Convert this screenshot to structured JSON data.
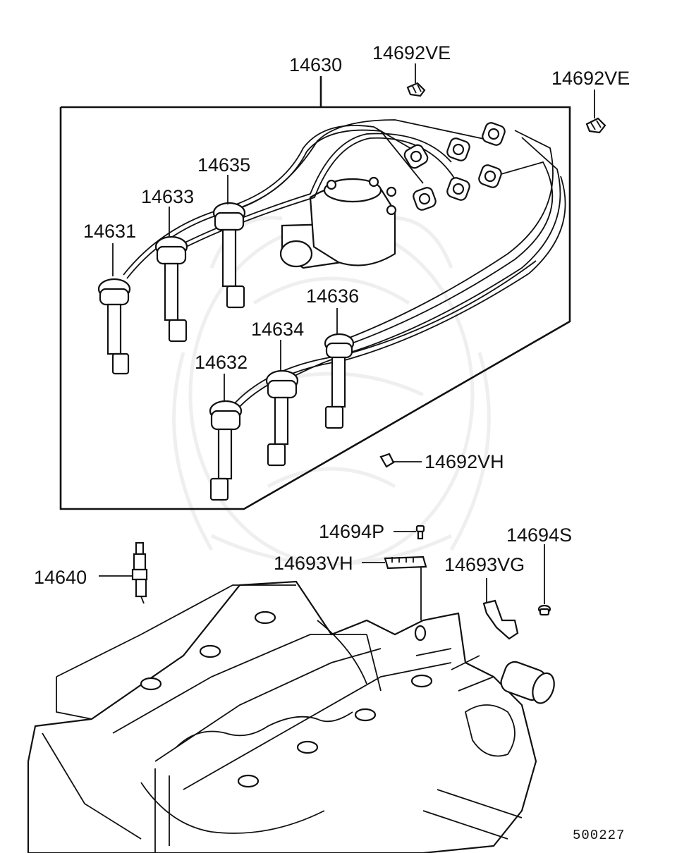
{
  "labels": {
    "set": "14630",
    "wire_1": "14631",
    "wire_2": "14632",
    "wire_3": "14633",
    "wire_4": "14634",
    "wire_5": "14635",
    "wire_6": "14636",
    "clamp_ve_top": "14692VE",
    "clamp_ve_right": "14692VE",
    "clamp_vh": "14692VH",
    "spark_plug": "14640",
    "bolt_p": "14694P",
    "bolt_s": "14694S",
    "bracket_vh": "14693VH",
    "bracket_vg": "14693VG"
  },
  "diagram_id": "500227"
}
